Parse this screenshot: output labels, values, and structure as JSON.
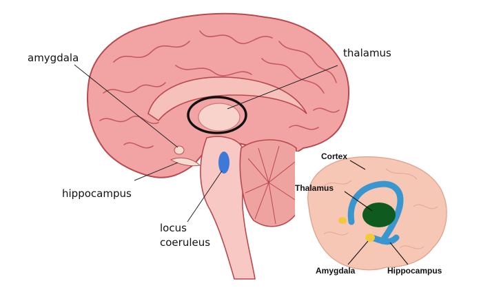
{
  "main_labels": {
    "amygdala": "amygdala",
    "thalamus": "thalamus",
    "hippocampus": "hippocampus",
    "locus_line1": "locus",
    "locus_line2": "coeruleus"
  },
  "inset_labels": {
    "cortex": "Cortex",
    "thalamus": "Thalamus",
    "amygdala": "Amygdala",
    "hippocampus": "Hippocampus"
  },
  "colors": {
    "cortex_fill": "#f2a4a4",
    "cortex_stroke": "#b9484e",
    "brainstem_fill": "#f7c8c4",
    "cerebellum_fill": "#eea3a1",
    "locus_coeruleus": "#3d79d6",
    "highlight_ellipse": "#111111",
    "inset_brain": "#f7c7b5",
    "inset_limbic_blue": "#3a96cf",
    "inset_thalamus_green": "#0f5a1e",
    "inset_amygdala_yellow": "#f3c93c"
  }
}
